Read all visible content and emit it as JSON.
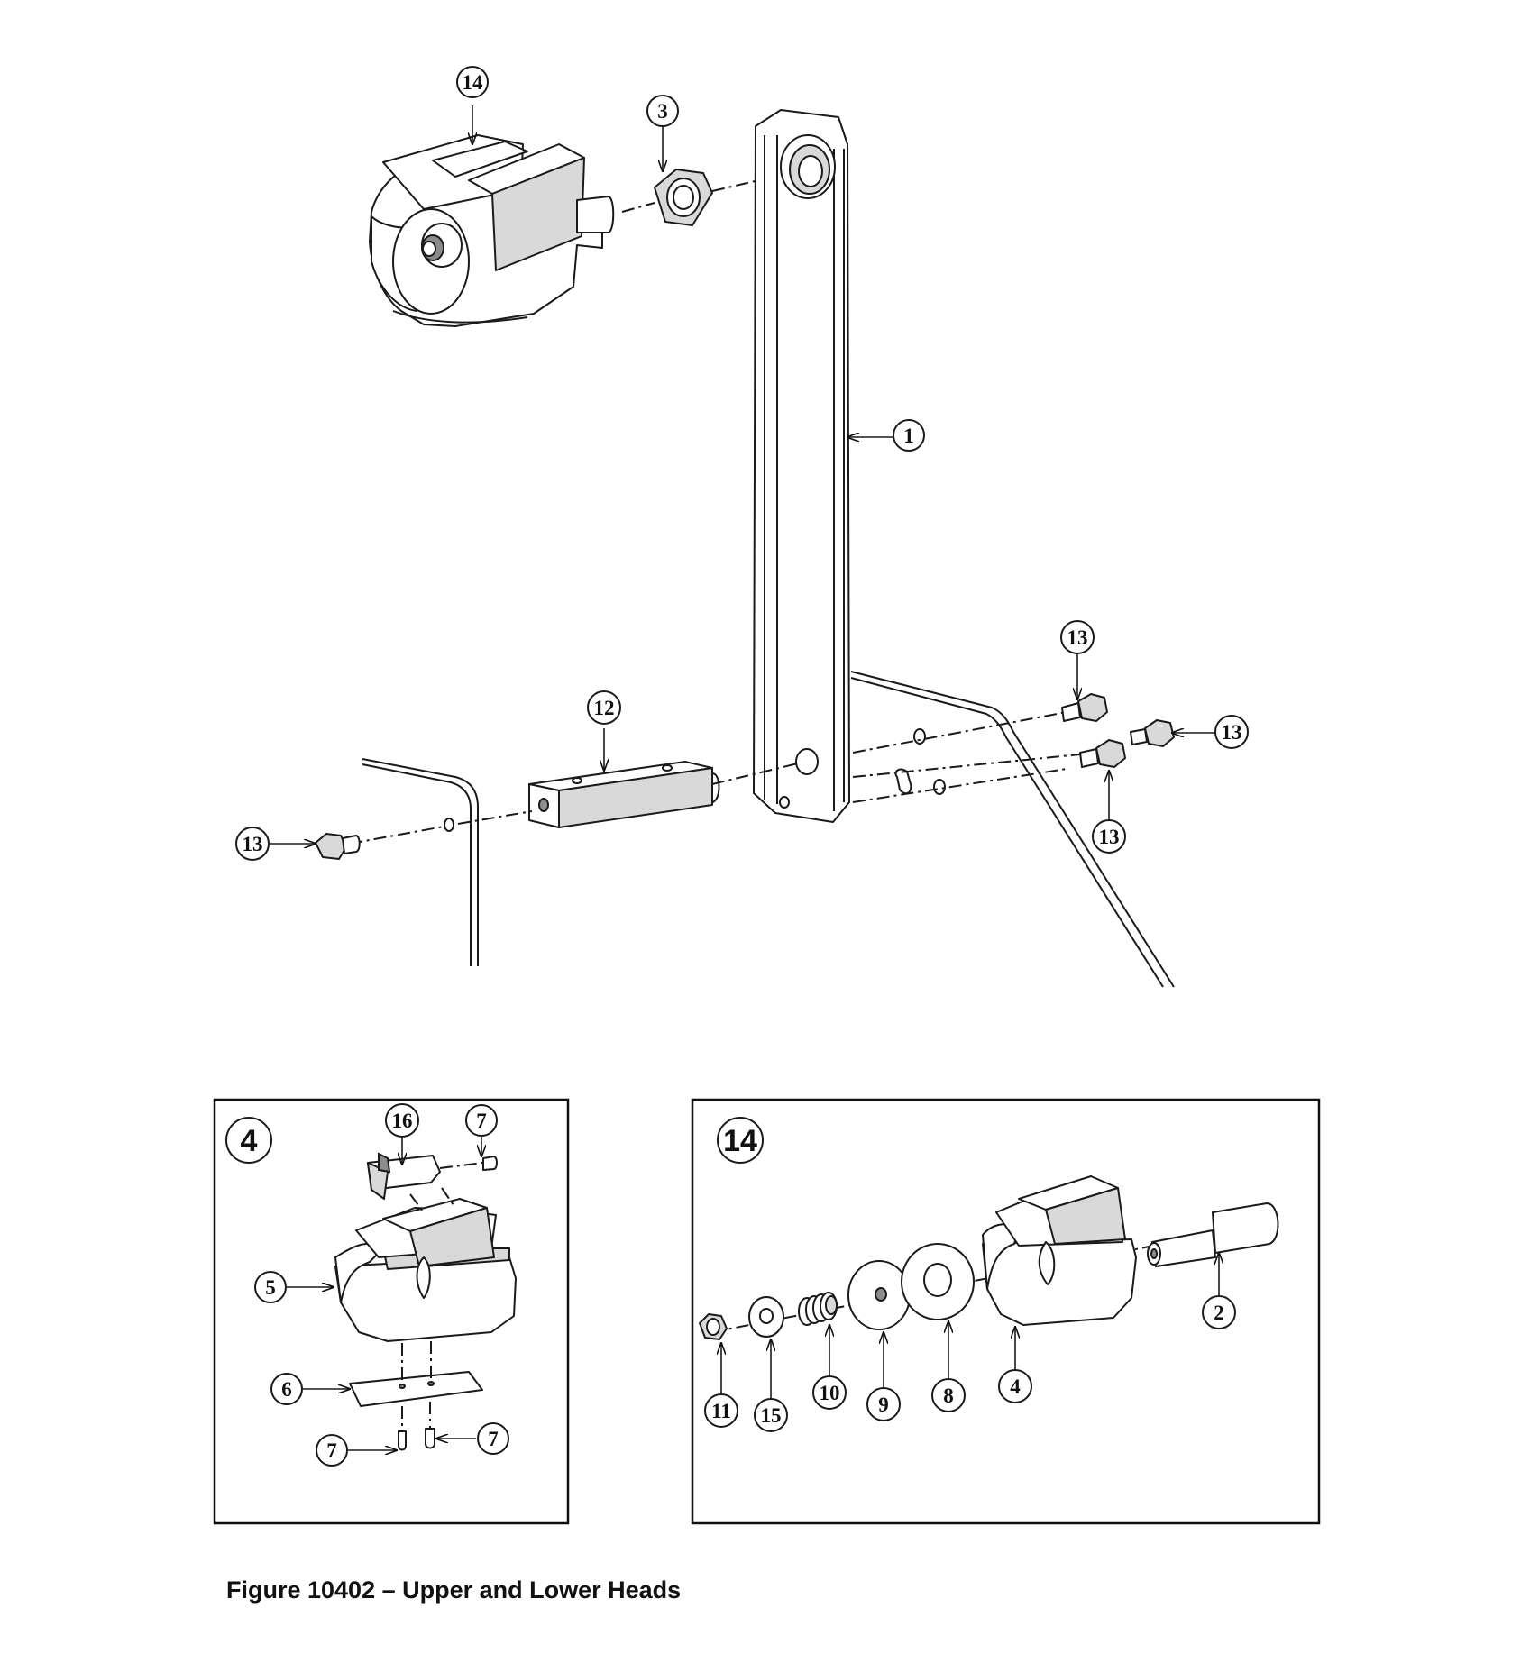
{
  "figure": {
    "caption": "Figure 10402 – Upper and Lower Heads"
  },
  "main_view": {
    "callouts": {
      "part_1": "1",
      "part_3": "3",
      "part_12": "12",
      "part_13_left": "13",
      "part_13_top": "13",
      "part_13_right": "13",
      "part_13_bottom": "13",
      "part_14": "14"
    }
  },
  "inset_4": {
    "label": "4",
    "callouts": {
      "part_16": "16",
      "part_7_top": "7",
      "part_5": "5",
      "part_6": "6",
      "part_7_left": "7",
      "part_7_right": "7"
    }
  },
  "inset_14": {
    "label": "14",
    "callouts": {
      "part_11": "11",
      "part_15": "15",
      "part_10": "10",
      "part_9": "9",
      "part_8": "8",
      "part_4": "4",
      "part_2": "2"
    }
  }
}
